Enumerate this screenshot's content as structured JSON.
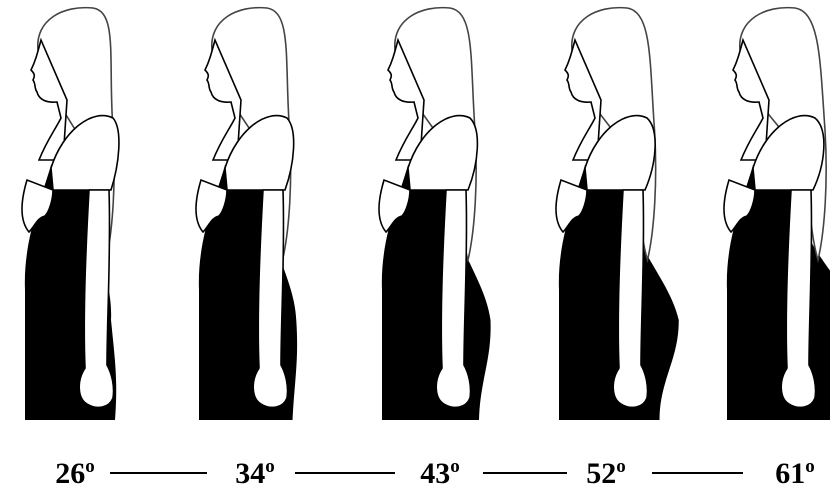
{
  "figure": {
    "colors": {
      "ink": "#000000",
      "paper": "#ffffff",
      "hair_outline": "#444444"
    },
    "icon": "silhouette-profile-figure",
    "figures": [
      {
        "angle": "26",
        "degree_symbol": "o",
        "curvature": 0.0
      },
      {
        "angle": "34",
        "degree_symbol": "o",
        "curvature": 0.25
      },
      {
        "angle": "43",
        "degree_symbol": "o",
        "curvature": 0.5
      },
      {
        "angle": "52",
        "degree_symbol": "o",
        "curvature": 0.75
      },
      {
        "angle": "61",
        "degree_symbol": "o",
        "curvature": 1.0
      }
    ]
  }
}
